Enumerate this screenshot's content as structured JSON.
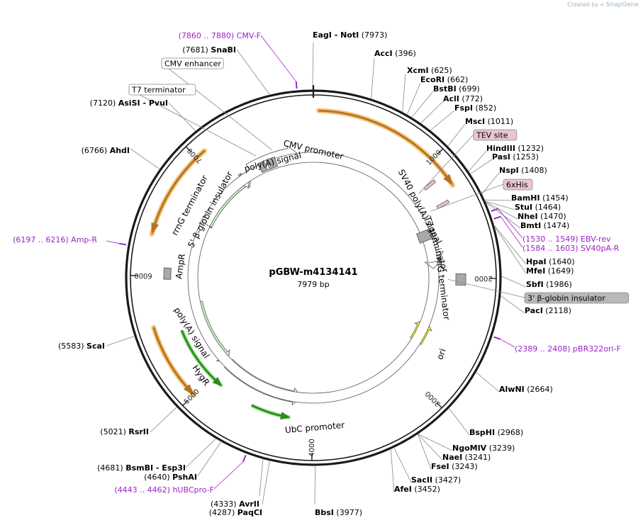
{
  "credit": {
    "prefix": "Created by",
    "brand": "SnapGene"
  },
  "plasmid": {
    "name": "pGBW-m4134141",
    "size_label": "7979 bp"
  },
  "ticks": [
    {
      "label": "1000",
      "pos": 1000
    },
    {
      "label": "2000",
      "pos": 2000
    },
    {
      "label": "3000",
      "pos": 3000
    },
    {
      "label": "4000",
      "pos": 4000
    },
    {
      "label": "5000",
      "pos": 5000
    },
    {
      "label": "6000",
      "pos": 6000
    },
    {
      "label": "7000",
      "pos": 7000
    }
  ],
  "sites": [
    {
      "name": "EagI",
      "name2": "NotI",
      "num": "(7973)"
    },
    {
      "name": "AccI",
      "num": "(396)"
    },
    {
      "name": "XcmI",
      "num": "(625)"
    },
    {
      "name": "EcoRI",
      "num": "(662)"
    },
    {
      "name": "BstBI",
      "num": "(699)"
    },
    {
      "name": "AclI",
      "num": "(772)"
    },
    {
      "name": "FspI",
      "num": "(852)"
    },
    {
      "name": "MscI",
      "num": "(1011)"
    },
    {
      "name": "HindIII",
      "num": "(1232)"
    },
    {
      "name": "PasI",
      "num": "(1253)"
    },
    {
      "name": "NspI",
      "num": "(1408)"
    },
    {
      "name": "BamHI",
      "num": "(1454)"
    },
    {
      "name": "StuI",
      "num": "(1464)"
    },
    {
      "name": "NheI",
      "num": "(1470)"
    },
    {
      "name": "BmtI",
      "num": "(1474)"
    },
    {
      "name": "HpaI",
      "num": "(1640)"
    },
    {
      "name": "MfeI",
      "num": "(1649)"
    },
    {
      "name": "SbfI",
      "num": "(1986)"
    },
    {
      "name": "PacI",
      "num": "(2118)"
    },
    {
      "name": "AlwNI",
      "num": "(2664)"
    },
    {
      "name": "BspHI",
      "num": "(2968)"
    },
    {
      "name": "NgoMIV",
      "num": "(3239)"
    },
    {
      "name": "NaeI",
      "num": "(3241)"
    },
    {
      "name": "FseI",
      "num": "(3243)"
    },
    {
      "name": "SacII",
      "num": "(3427)"
    },
    {
      "name": "AfeI",
      "num": "(3452)"
    },
    {
      "name": "BbsI",
      "num": "(3977)"
    },
    {
      "name": "PaqCI",
      "num": "(4287)"
    },
    {
      "name": "AvrII",
      "num": "(4333)"
    },
    {
      "name": "PshAI",
      "num": "(4640)"
    },
    {
      "name": "BsmBI",
      "name2": "Esp3I",
      "num": "(4681)"
    },
    {
      "name": "RsrII",
      "num": "(5021)"
    },
    {
      "name": "ScaI",
      "num": "(5583)"
    },
    {
      "name": "AhdI",
      "num": "(6766)"
    },
    {
      "name": "AsiSI",
      "name2": "PvuI",
      "num": "(7120)"
    },
    {
      "name": "SnaBI",
      "num": "(7681)"
    }
  ],
  "primers": [
    {
      "range": "(7860 .. 7880)",
      "name": "CMV-F"
    },
    {
      "range": "(6197 .. 6216)",
      "name": "Amp-R"
    },
    {
      "range": "(4443 .. 4462)",
      "name": "hUBCpro-F"
    },
    {
      "range": "(1530 .. 1549)",
      "name": "EBV-rev"
    },
    {
      "range": "(1584 .. 1603)",
      "name": "SV40pA-R"
    },
    {
      "range": "(2389 .. 2408)",
      "name": "pBR322ori-F"
    }
  ],
  "boxed_labels": [
    {
      "text": "CMV enhancer"
    },
    {
      "text": "T7 terminator"
    },
    {
      "text": "TEV site"
    },
    {
      "text": "6xHis"
    },
    {
      "text": "3' β-globin insulator"
    }
  ],
  "features": [
    {
      "label": "CMV promoter"
    },
    {
      "label": "poly(A) signal"
    },
    {
      "label": "rrnG terminator"
    },
    {
      "label": "5' β-globin insulator"
    },
    {
      "label": "AmpR"
    },
    {
      "label": "SV40 poly(A) signal"
    },
    {
      "label": "T7 terminator"
    },
    {
      "label": "rrnG terminator"
    },
    {
      "label": "ori"
    },
    {
      "label": "poly(A) signal"
    },
    {
      "label": "HygR"
    },
    {
      "label": "UbC promoter"
    }
  ],
  "colors": {
    "backbone": "#1a1a1a",
    "primer": "#a020c8",
    "orf_glow": "#f5c27a",
    "orf_arrow": "#b5731e",
    "marker_fill": "#c8f7c5",
    "marker_arrow": "#2e8b1e",
    "ori": "#ffff00",
    "tag_fill": "#e9c6d4",
    "insulator_fill": "#b8b8b8"
  }
}
